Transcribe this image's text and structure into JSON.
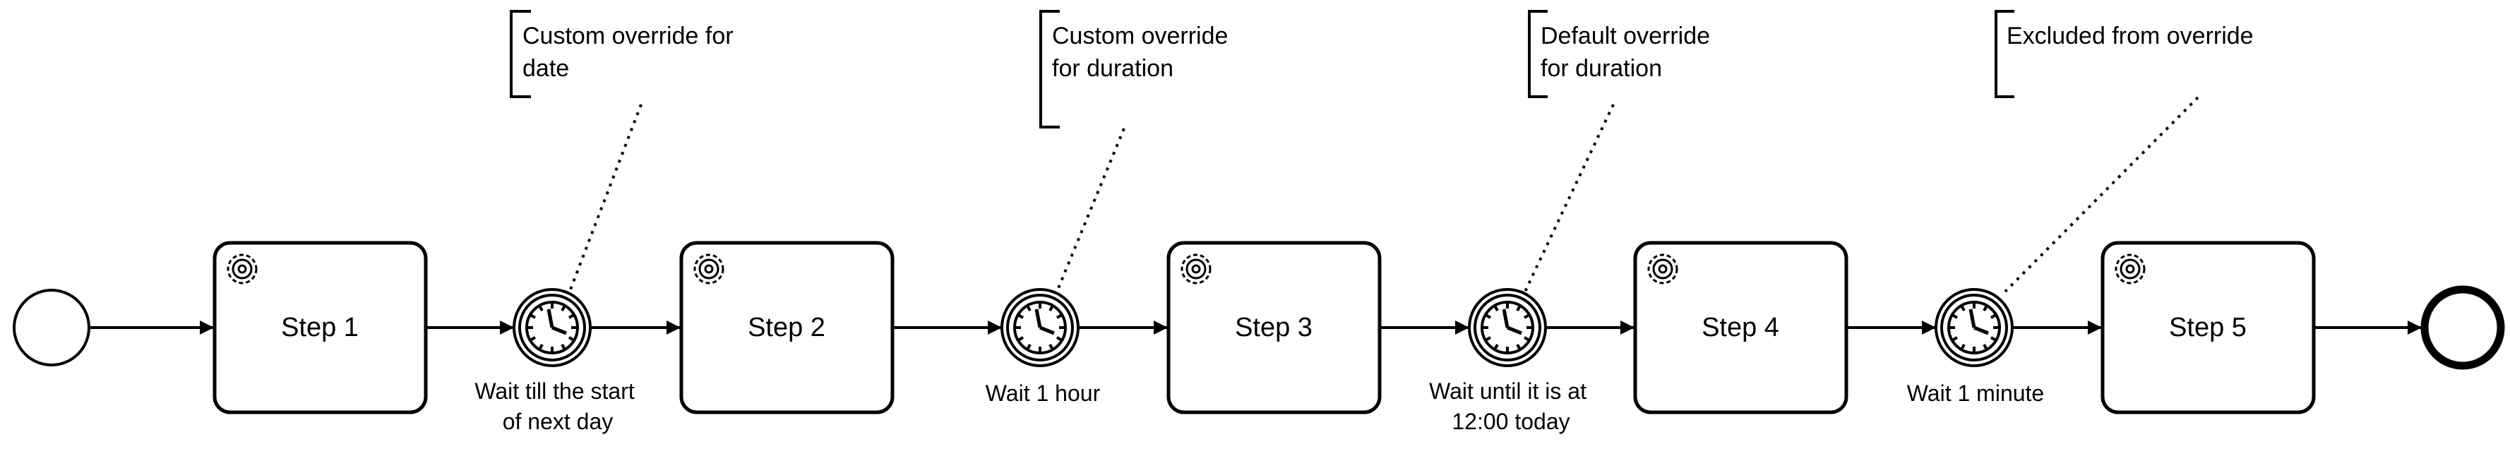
{
  "diagram": {
    "start_event": {
      "icon": "start-event-circle"
    },
    "end_event": {
      "icon": "end-event-circle"
    },
    "tasks": [
      {
        "id": "step-1",
        "label": "Step 1",
        "icon": "gear-icon"
      },
      {
        "id": "step-2",
        "label": "Step 2",
        "icon": "gear-icon"
      },
      {
        "id": "step-3",
        "label": "Step 3",
        "icon": "gear-icon"
      },
      {
        "id": "step-4",
        "label": "Step 4",
        "icon": "gear-icon"
      },
      {
        "id": "step-5",
        "label": "Step 5",
        "icon": "gear-icon"
      }
    ],
    "timer_events": [
      {
        "id": "timer-1",
        "label_lines": [
          "Wait till the start",
          "of next day"
        ],
        "icon": "clock-icon"
      },
      {
        "id": "timer-2",
        "label_lines": [
          "Wait 1 hour"
        ],
        "icon": "clock-icon"
      },
      {
        "id": "timer-3",
        "label_lines": [
          "Wait until it is at",
          "12:00 today"
        ],
        "icon": "clock-icon"
      },
      {
        "id": "timer-4",
        "label_lines": [
          "Wait 1 minute"
        ],
        "icon": "clock-icon"
      }
    ],
    "annotations": [
      {
        "id": "annotation-1",
        "lines": [
          "Custom override for",
          "date"
        ]
      },
      {
        "id": "annotation-2",
        "lines": [
          "Custom override",
          "for duration"
        ]
      },
      {
        "id": "annotation-3",
        "lines": [
          "Default override",
          "for duration"
        ]
      },
      {
        "id": "annotation-4",
        "lines": [
          "Excluded from override"
        ]
      }
    ]
  }
}
